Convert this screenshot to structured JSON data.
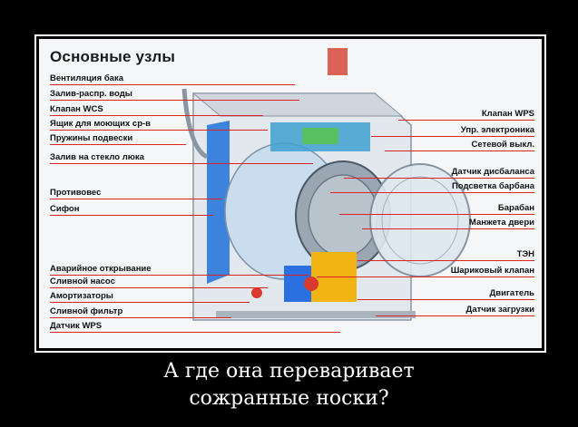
{
  "title": "Основные узлы",
  "left_labels": [
    "Вентиляция бака",
    "Залив-распр. воды",
    "Клапан WCS",
    "Ящик для моющих ср-в",
    "Пружины подвески",
    "Залив на стекло люка",
    "Противовес",
    "Сифон",
    "Аварийное открывание",
    "Сливной насос",
    "Амортизаторы",
    "Сливной фильтр",
    "Датчик WPS"
  ],
  "right_labels": [
    "Клапан WPS",
    "Упр. электроника",
    "Сетевой выкл.",
    "Датчик дисбаланса",
    "Подсветка барбана",
    "Барабан",
    "Манжета двери",
    "ТЭН",
    "Шариковый клапан",
    "Двигатель",
    "Датчик загрузки"
  ],
  "caption_line1": "А где она переваривает",
  "caption_line2": "сожранные носки?",
  "colors": {
    "leader_line": "#d22222",
    "background": "#000000",
    "panel": "#f4f6f8"
  }
}
